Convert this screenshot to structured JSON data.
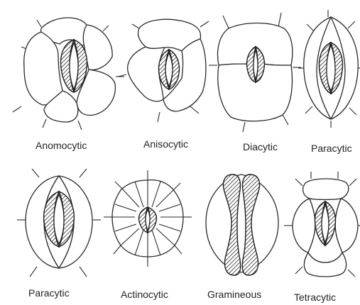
{
  "diagram": {
    "stomata": [
      {
        "id": "anomocytic",
        "label": "Anomocytic"
      },
      {
        "id": "anisocytic",
        "label": "Anisocytic"
      },
      {
        "id": "diacytic",
        "label": "Diacytic"
      },
      {
        "id": "paracytic-top",
        "label": "Paracytic"
      },
      {
        "id": "paracytic-bottom",
        "label": "Paracytic"
      },
      {
        "id": "actinocytic",
        "label": "Actinocytic"
      },
      {
        "id": "gramineous",
        "label": "Gramineous"
      },
      {
        "id": "tetracytic",
        "label": "Tetracytic"
      }
    ]
  },
  "colors": {
    "line": "#2a2a2a",
    "background": "#ffffff"
  }
}
